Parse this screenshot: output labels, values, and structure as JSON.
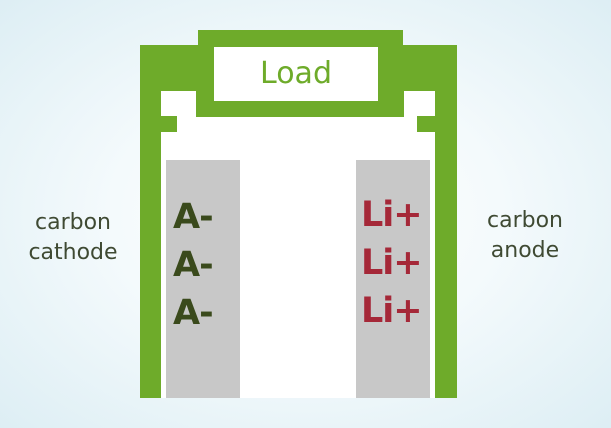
{
  "diagram": {
    "load_label": "Load",
    "left_electrode": {
      "line1": "carbon",
      "line2": "cathode",
      "ions": [
        "A-",
        "A-",
        "A-"
      ]
    },
    "right_electrode": {
      "line1": "carbon",
      "line2": "anode",
      "ions": [
        "Li+",
        "Li+",
        "Li+"
      ]
    }
  },
  "colors": {
    "frame_green": "#6eab2a",
    "electrode_gray": "#c8c8c8",
    "anion_text": "#3a4a1c",
    "cation_text": "#a52838",
    "label_text": "#3f4a33"
  }
}
